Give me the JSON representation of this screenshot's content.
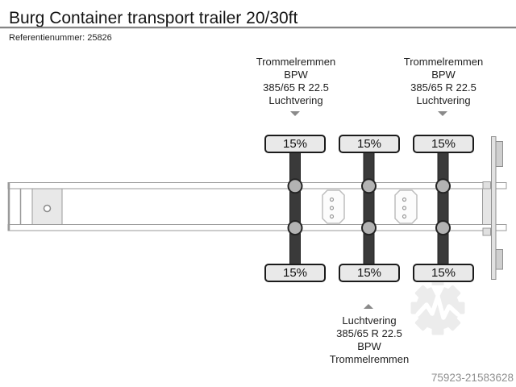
{
  "page": {
    "title": "Burg Container transport trailer 20/30ft",
    "reference": "Referentienummer: 25826",
    "image_id": "75923-21583628"
  },
  "diagram": {
    "axle_count": 3,
    "wheel_load": "15%",
    "top_labels": [
      {
        "lines": [
          "Trommelremmen",
          "BPW",
          "385/65 R 22.5",
          "Luchtvering"
        ]
      },
      {
        "lines": [
          "Trommelremmen",
          "BPW",
          "385/65 R 22.5",
          "Luchtvering"
        ]
      }
    ],
    "bottom_label": {
      "lines": [
        "Luchtvering",
        "385/65 R 22.5",
        "BPW",
        "Trommelremmen"
      ]
    },
    "colors": {
      "axle": "#3a3a3a",
      "wheel_fill": "#e9e9e9",
      "wheel_border": "#1b1b1b",
      "chassis_outline": "#9a9a9a",
      "hub_fill": "#b3b3b3",
      "arrow": "#8a8a8a",
      "watermark": "#ececec",
      "id_text": "#909090"
    }
  }
}
